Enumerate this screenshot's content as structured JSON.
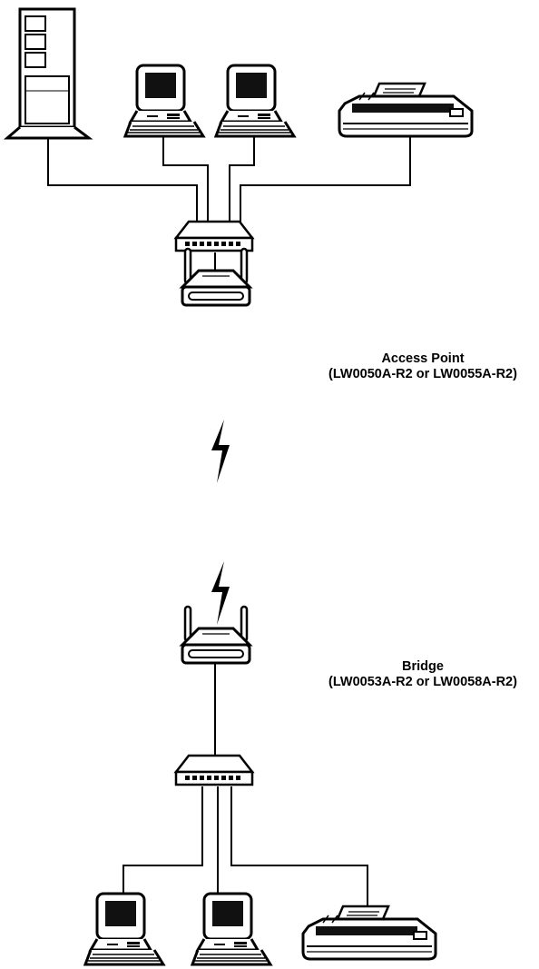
{
  "access_point": {
    "title": "Access Point",
    "models": "(LW0050A-R2 or LW0055A-R2)"
  },
  "bridge": {
    "title": "Bridge",
    "models": "(LW0053A-R2 or LW0058A-R2)"
  },
  "colors": {
    "stroke": "#000000",
    "screen": "#111111",
    "fill": "#ffffff",
    "shade": "#d9d9d9"
  }
}
